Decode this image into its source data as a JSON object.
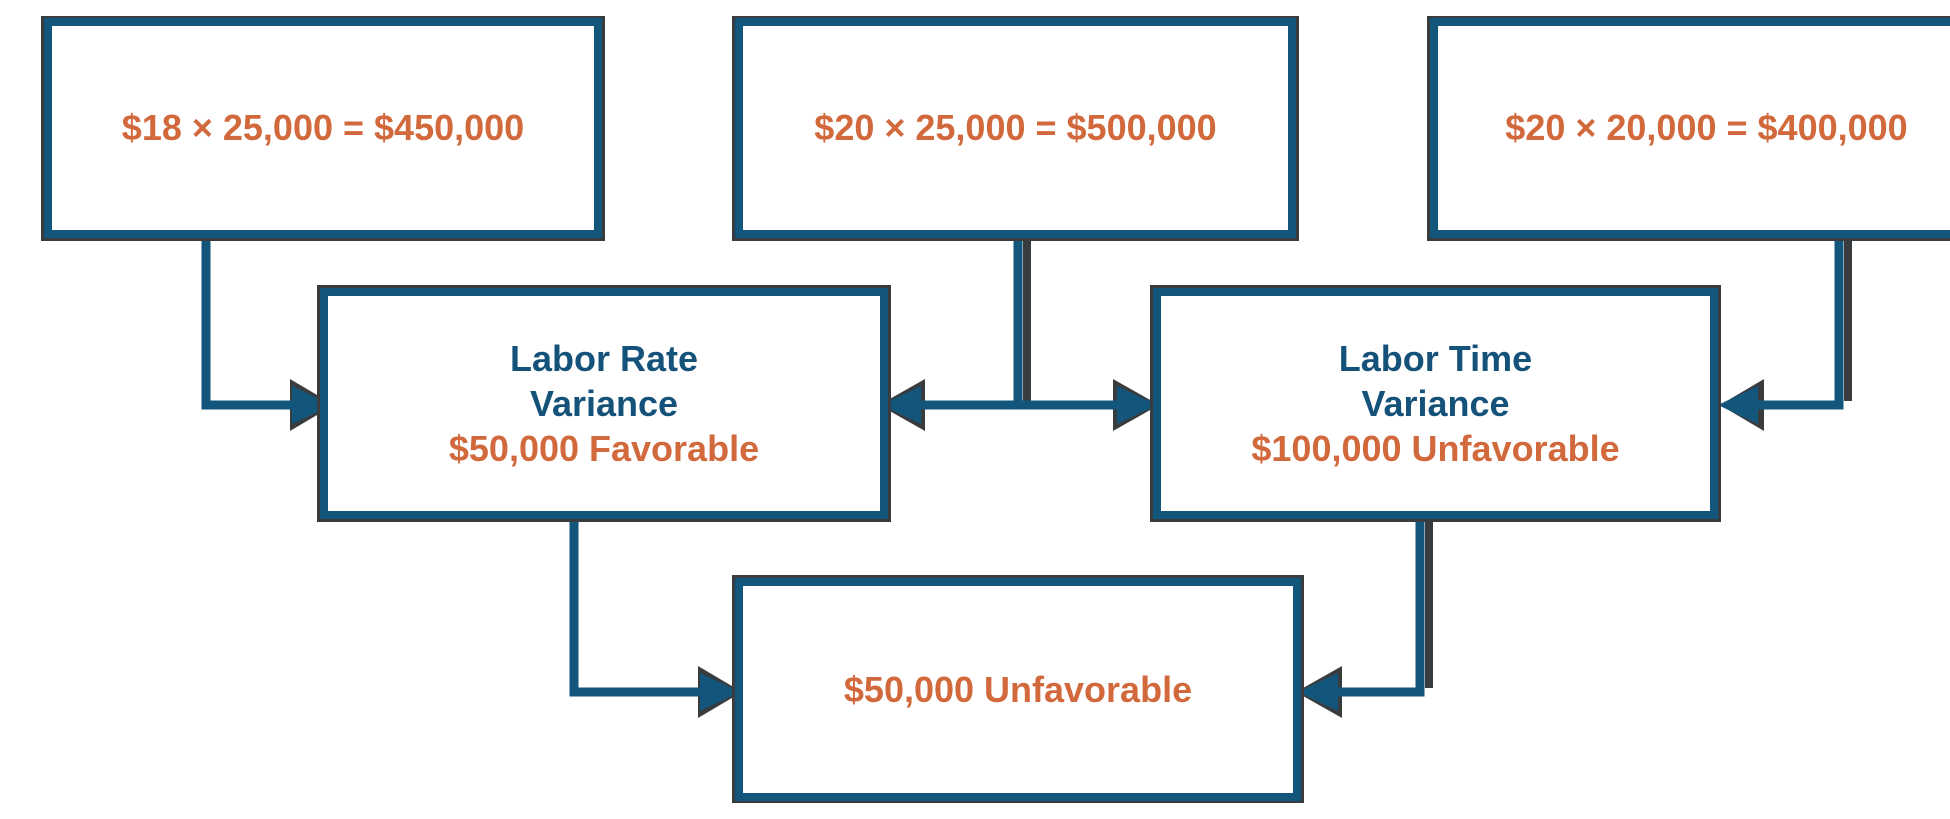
{
  "colors": {
    "teal": "#13567C",
    "navy_text": "#15527A",
    "amount_orange": "#D2693C",
    "shadow_charcoal": "#393C3E",
    "background": "#FFFFFF"
  },
  "boxes": {
    "top_left": {
      "formula": "$18 × 25,000 = $450,000"
    },
    "top_middle": {
      "formula": "$20 × 25,000 = $500,000"
    },
    "top_right": {
      "formula": "$20 × 20,000 = $400,000"
    },
    "labor_rate_variance": {
      "title_line1": "Labor Rate",
      "title_line2": "Variance",
      "amount": "$50,000 Favorable"
    },
    "labor_time_variance": {
      "title_line1": "Labor Time",
      "title_line2": "Variance",
      "amount": "$100,000 Unfavorable"
    },
    "total_variance": {
      "amount": "$50,000 Unfavorable"
    }
  }
}
